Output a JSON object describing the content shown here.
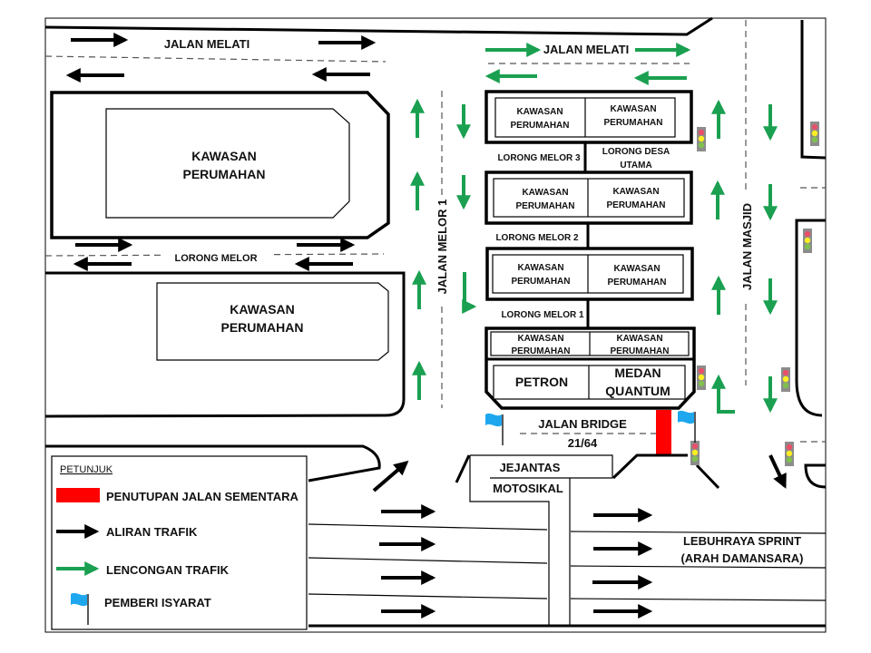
{
  "map": {
    "roads": {
      "jalan_melati_west": "JALAN MELATI",
      "jalan_melati_east": "JALAN MELATI",
      "lorong_melor": "LORONG MELOR",
      "jalan_melor_1": "JALAN MELOR 1",
      "jalan_masjid": "JALAN MASJID",
      "lorong_melor_3": "LORONG MELOR 3",
      "lorong_desa_utama": [
        "LORONG DESA",
        "UTAMA"
      ],
      "lorong_melor_2": "LORONG MELOR 2",
      "lorong_melor_1": "LORONG MELOR 1",
      "jalan_bridge": [
        "JALAN BRIDGE",
        "21/64"
      ],
      "jejantas": [
        "JEJANTAS",
        "MOTOSIKAL"
      ],
      "lebuhraya": [
        "LEBUHRAYA SPRINT",
        "(ARAH DAMANSARA)"
      ]
    },
    "areas": {
      "kawasan": [
        "KAWASAN",
        "PERUMAHAN"
      ],
      "petron": "PETRON",
      "medan_quantum": [
        "MEDAN",
        "QUANTUM"
      ]
    },
    "colors": {
      "closure": "#ff0000",
      "traffic_flow": "#000000",
      "detour": "#1aa050",
      "flag": "#1ea7ee",
      "signal_body": "#8c8c8c",
      "signal_red": "#e8506a",
      "signal_yellow": "#ffee22",
      "signal_green": "#7fc04f"
    }
  },
  "legend": {
    "title": "PETUNJUK",
    "items": [
      {
        "icon": "red-bar",
        "label": "PENUTUPAN JALAN SEMENTARA"
      },
      {
        "icon": "black-arrow",
        "label": "ALIRAN TRAFIK"
      },
      {
        "icon": "green-arrow",
        "label": "LENCONGAN TRAFIK"
      },
      {
        "icon": "blue-flag",
        "label": "PEMBERI ISYARAT"
      }
    ]
  }
}
